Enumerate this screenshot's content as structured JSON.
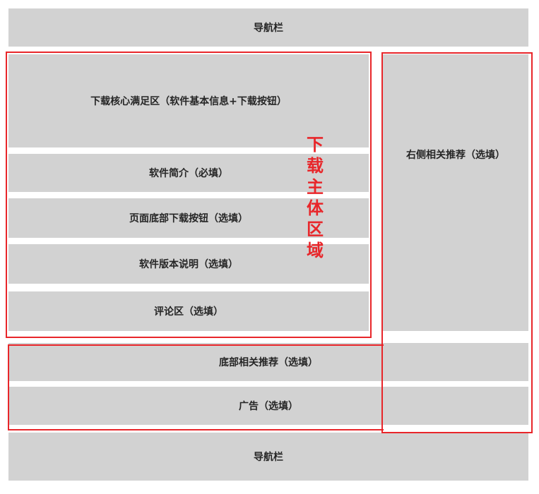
{
  "top_nav": {
    "label": "导航栏"
  },
  "main_area": {
    "label_chars": [
      "下",
      "载",
      "主",
      "体",
      "区",
      "域"
    ],
    "blocks": {
      "core": "下载核心满足区（软件基本信息+下载按钮）",
      "intro": "软件简介（必填）",
      "bottom_download": "页面底部下载按钮（选填）",
      "version": "软件版本说明（选填）",
      "comments": "评论区（选填）"
    }
  },
  "side": {
    "label": "右侧相关推荐（选填）"
  },
  "bottom_rec": {
    "label": "底部相关推荐（选填）"
  },
  "ad": {
    "label": "广告（选填）"
  },
  "bottom_nav": {
    "label": "导航栏"
  },
  "colors": {
    "block": "#d2d2d2",
    "highlight": "#e8262a"
  }
}
